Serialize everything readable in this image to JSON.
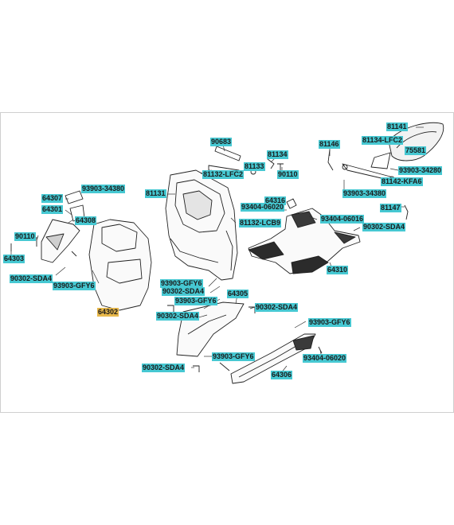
{
  "diagram": {
    "colors": {
      "label_bg": "#46c8d2",
      "highlight_bg": "#e8b84a",
      "outline": "#222222",
      "dark_fill": "#2b2b2b"
    },
    "labels": [
      {
        "id": "l01",
        "text": "81141",
        "highlight": false
      },
      {
        "id": "l02",
        "text": "81134-LFC2",
        "highlight": false
      },
      {
        "id": "l03",
        "text": "75581",
        "highlight": false
      },
      {
        "id": "l04",
        "text": "93903-34280",
        "highlight": false
      },
      {
        "id": "l05",
        "text": "81146",
        "highlight": false
      },
      {
        "id": "l06",
        "text": "81142-KFA6",
        "highlight": false
      },
      {
        "id": "l07",
        "text": "93903-34380",
        "highlight": false
      },
      {
        "id": "l08",
        "text": "81147",
        "highlight": false
      },
      {
        "id": "l09",
        "text": "90683",
        "highlight": false
      },
      {
        "id": "l10",
        "text": "81134",
        "highlight": false
      },
      {
        "id": "l11",
        "text": "81133",
        "highlight": false
      },
      {
        "id": "l12",
        "text": "90110",
        "highlight": false
      },
      {
        "id": "l13",
        "text": "81132-LFC2",
        "highlight": false
      },
      {
        "id": "l14",
        "text": "81131",
        "highlight": false
      },
      {
        "id": "l15",
        "text": "64316",
        "highlight": false
      },
      {
        "id": "l16",
        "text": "93404-06020",
        "highlight": false
      },
      {
        "id": "l17",
        "text": "81132-LCB9",
        "highlight": false
      },
      {
        "id": "l18",
        "text": "93404-06016",
        "highlight": false
      },
      {
        "id": "l19",
        "text": "90302-SDA4",
        "highlight": false
      },
      {
        "id": "l20",
        "text": "64310",
        "highlight": false
      },
      {
        "id": "l21",
        "text": "93903-34380",
        "highlight": false
      },
      {
        "id": "l22",
        "text": "64307",
        "highlight": false
      },
      {
        "id": "l23",
        "text": "64301",
        "highlight": false
      },
      {
        "id": "l24",
        "text": "64308",
        "highlight": false
      },
      {
        "id": "l25",
        "text": "90110",
        "highlight": false
      },
      {
        "id": "l26",
        "text": "64303",
        "highlight": false
      },
      {
        "id": "l27",
        "text": "90302-SDA4",
        "highlight": false
      },
      {
        "id": "l28",
        "text": "93903-GFY6",
        "highlight": false
      },
      {
        "id": "l29",
        "text": "64302",
        "highlight": true
      },
      {
        "id": "l30",
        "text": "93903-GFY6",
        "highlight": false
      },
      {
        "id": "l31",
        "text": "90302-SDA4",
        "highlight": false
      },
      {
        "id": "l32",
        "text": "64305",
        "highlight": false
      },
      {
        "id": "l33",
        "text": "93903-GFY6",
        "highlight": false
      },
      {
        "id": "l34",
        "text": "90302-SDA4",
        "highlight": false
      },
      {
        "id": "l35",
        "text": "90302-SDA4",
        "highlight": false
      },
      {
        "id": "l36",
        "text": "93903-GFY6",
        "highlight": false
      },
      {
        "id": "l37",
        "text": "93903-GFY6",
        "highlight": false
      },
      {
        "id": "l38",
        "text": "90302-SDA4",
        "highlight": false
      },
      {
        "id": "l39",
        "text": "93404-06020",
        "highlight": false
      },
      {
        "id": "l40",
        "text": "64306",
        "highlight": false
      }
    ]
  }
}
